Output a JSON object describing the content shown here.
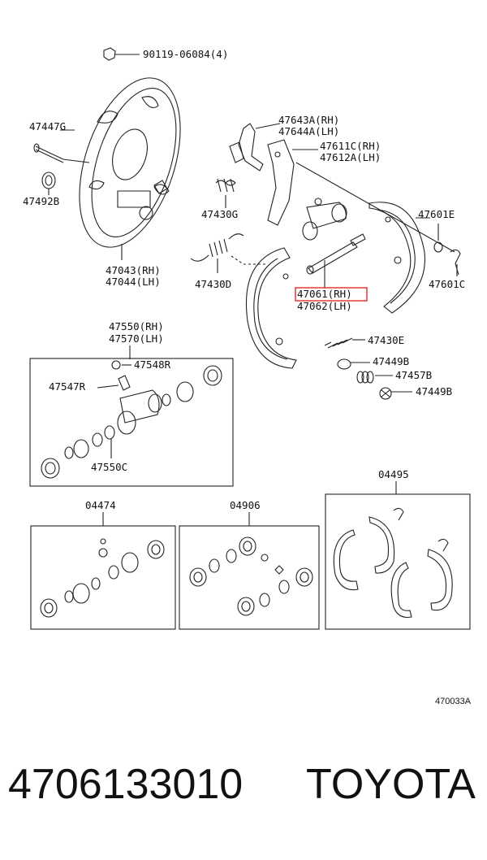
{
  "diagram": {
    "labels": {
      "bolt": "90119-06084(4)",
      "pin": "47447G",
      "washer": "47492B",
      "plate_rh": "47043(RH)",
      "plate_lh": "47044(LH)",
      "lever_rh": "47643A(RH)",
      "lever_lh": "47644A(LH)",
      "strut_rh": "47611C(RH)",
      "strut_lh": "47612A(LH)",
      "spring_g": "47430G",
      "spring_d": "47430D",
      "shoe_e": "47601E",
      "shoe_c": "47601C",
      "cyl_rh": "47061(RH)",
      "cyl_lh": "47062(LH)",
      "spring_e": "47430E",
      "cup_b1": "47449B",
      "spring_b": "47457B",
      "cup_b2": "47449B",
      "wc_rh": "47550(RH)",
      "wc_lh": "47570(LH)",
      "bleeder_r": "47548R",
      "screw_r": "47547R",
      "kit_c": "47550C",
      "kit_04474": "04474",
      "kit_04906": "04906",
      "kit_04495": "04495",
      "ref": "470033A"
    },
    "highlight_color": "#e53935",
    "line_color": "#222222"
  },
  "footer": {
    "part_number": "4706133010",
    "brand": "TOYOTA"
  }
}
